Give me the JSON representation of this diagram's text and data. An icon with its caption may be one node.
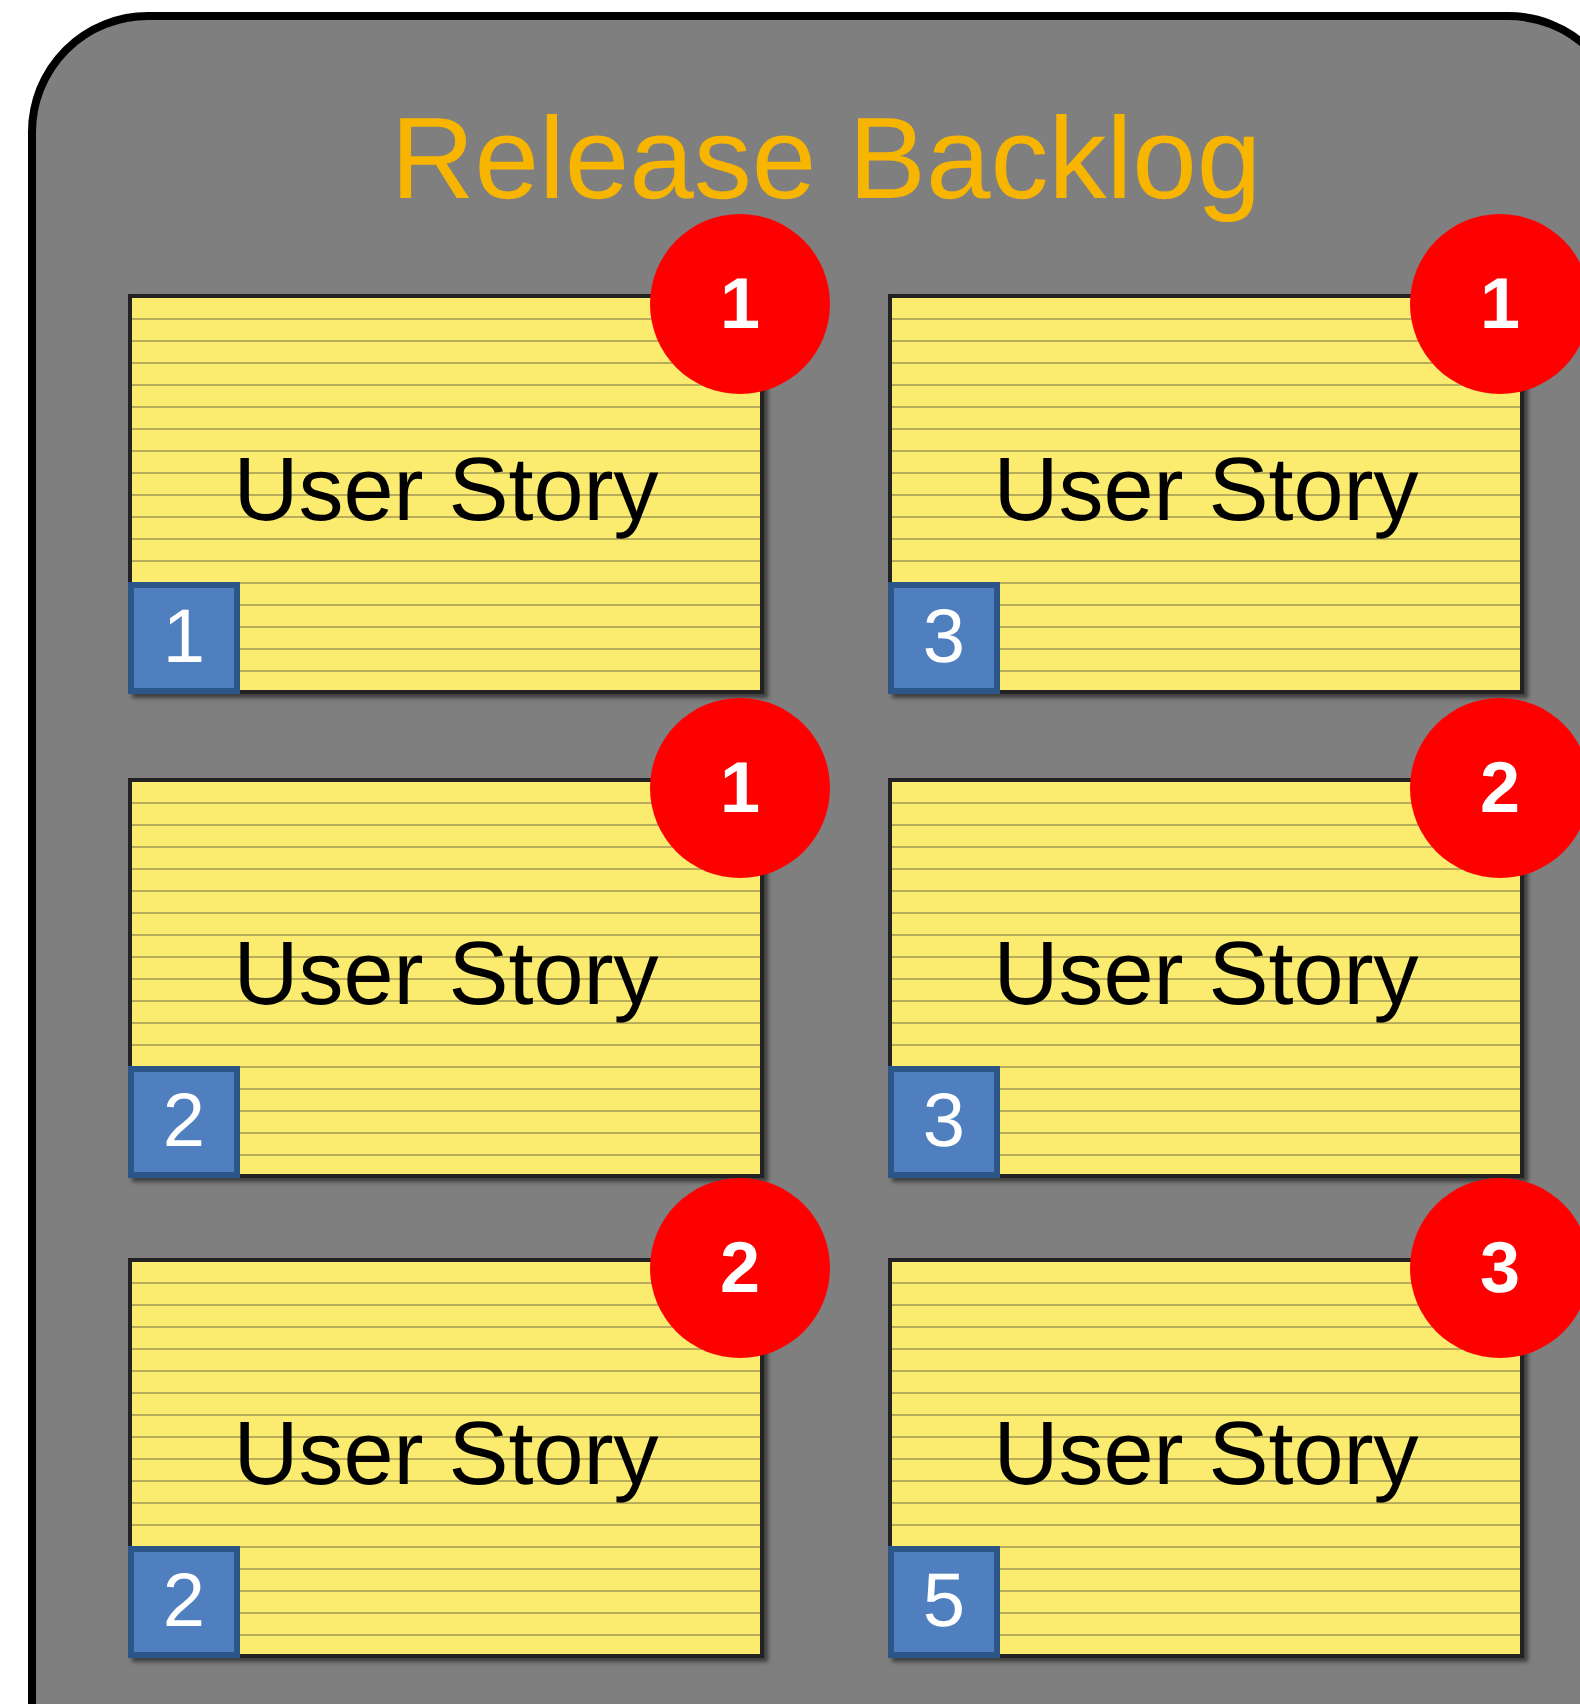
{
  "diagram": {
    "nodes": [
      {
        "text": [
          "Release Backlog"
        ]
      },
      {
        "text": [
          "1"
        ],
        "in": 0
      },
      {
        "text": [
          "User Story"
        ],
        "in": 0
      },
      {
        "text": [
          "1"
        ],
        "in": 2
      },
      {
        "text": [
          "1"
        ],
        "in": 0
      },
      {
        "text": [
          "User Story"
        ],
        "in": 0
      },
      {
        "text": [
          "3"
        ],
        "in": 5
      },
      {
        "text": [
          "1"
        ],
        "in": 0
      },
      {
        "text": [
          "User Story"
        ],
        "in": 0
      },
      {
        "text": [
          "2"
        ],
        "in": 8
      },
      {
        "text": [
          "2"
        ],
        "in": 0
      },
      {
        "text": [
          "User Story"
        ],
        "in": 0
      },
      {
        "text": [
          "3"
        ],
        "in": 11
      },
      {
        "text": [
          "2"
        ],
        "in": 0
      },
      {
        "text": [
          "User Story"
        ],
        "in": 0
      },
      {
        "text": [
          "2"
        ],
        "in": 14
      },
      {
        "text": [
          "3"
        ],
        "in": 0
      },
      {
        "text": [
          "User Story"
        ],
        "in": 0
      },
      {
        "text": [
          "5"
        ],
        "in": 17
      }
    ]
  }
}
